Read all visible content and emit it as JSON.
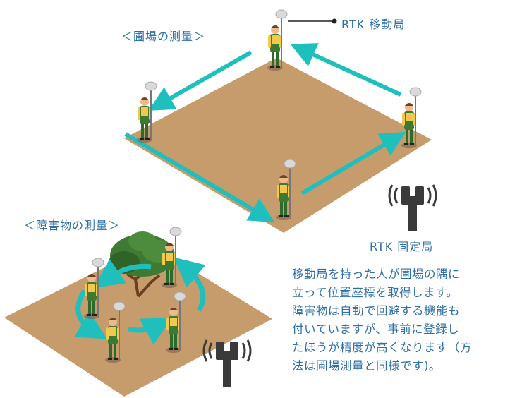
{
  "labels": {
    "field_survey": "＜圃場の測量＞",
    "obstacle_survey": "＜障害物の測量＞",
    "rtk_rover": "RTK 移動局",
    "rtk_base": "RTK 固定局"
  },
  "description": [
    "移動局を持った人が圃場の隅に",
    "立って位置座標を取得します。",
    "障害物は自動で回避する機能も",
    "付いていますが、事前に登録し",
    "たほうが精度が高くなります（方",
    "法は圃場測量と同様です)。"
  ],
  "colors": {
    "soil": "#c69c6d",
    "arrow": "#1fbfbe",
    "text": "#2f6fa8",
    "tower": "#3a3a3a"
  }
}
